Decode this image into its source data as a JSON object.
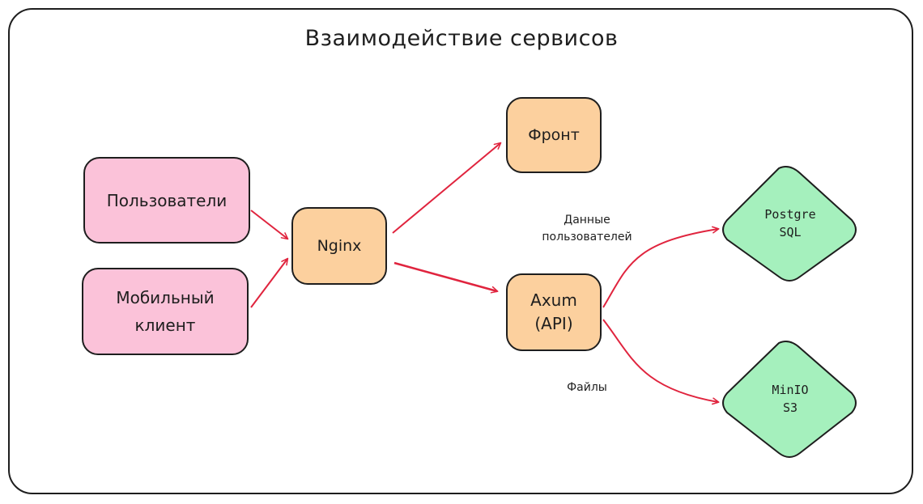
{
  "title": "Взаимодействие сервисов",
  "nodes": {
    "users": "Пользователи",
    "mobile": "Мобильный\nклиент",
    "nginx": "Nginx",
    "front": "Фронт",
    "axum": "Axum\n(API)",
    "postgres": "Postgre\nSQL",
    "minio": "MinIO\nS3"
  },
  "edge_labels": {
    "users_data": "Данные\nпользователей",
    "files": "Файлы"
  },
  "colors": {
    "client_fill": "#fbc2d9",
    "service_fill": "#fcd09e",
    "storage_fill": "#a5f0bd",
    "arrow": "#e0243e",
    "stroke": "#1e1e1e"
  }
}
